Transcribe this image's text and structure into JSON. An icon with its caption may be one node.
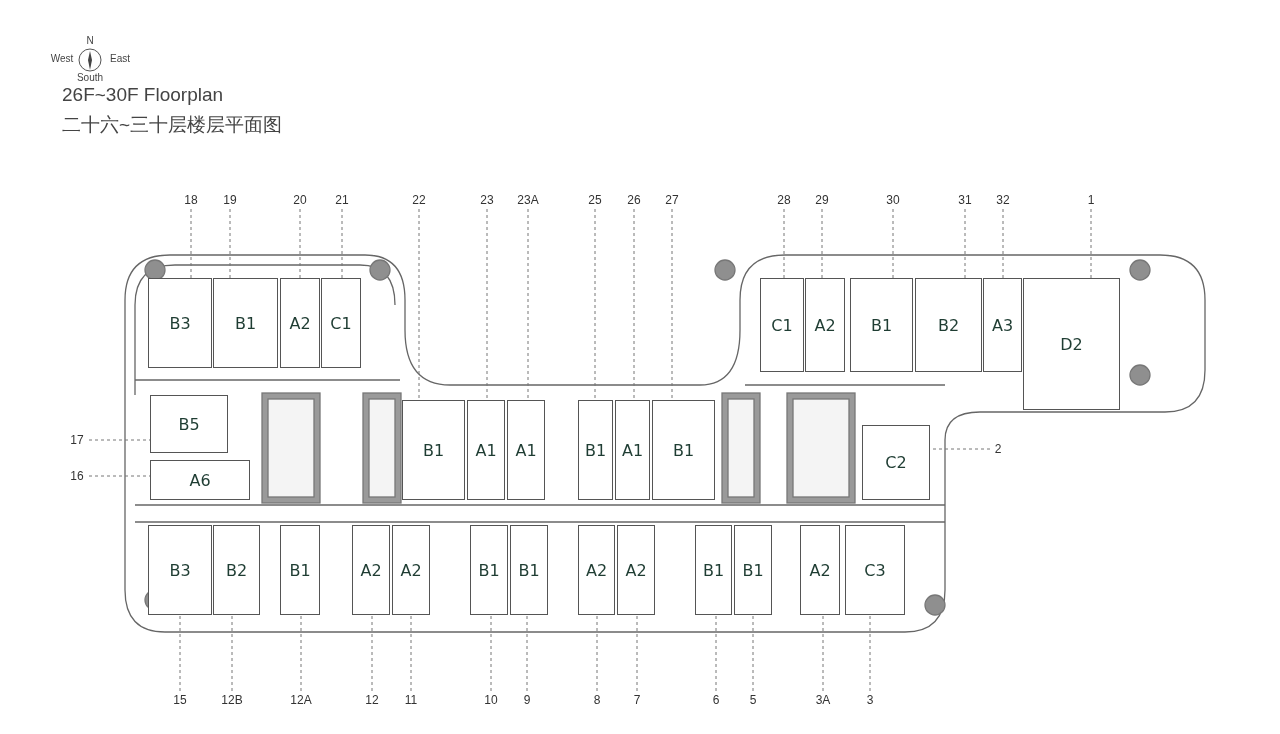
{
  "diagram": {
    "title": "26F~30F Floorplan",
    "nodes": [
      {
        "text": [
          "B3"
        ]
      },
      {
        "text": [
          "B1"
        ]
      },
      {
        "text": [
          "A2"
        ]
      },
      {
        "text": [
          "C1"
        ]
      },
      {
        "text": [
          "C1"
        ]
      },
      {
        "text": [
          "A2"
        ]
      },
      {
        "text": [
          "B1"
        ]
      },
      {
        "text": [
          "B2"
        ]
      },
      {
        "text": [
          "A3"
        ]
      },
      {
        "text": [
          "D2"
        ]
      },
      {
        "text": [
          "B5"
        ]
      },
      {
        "text": [
          "A6"
        ]
      },
      {
        "text": [
          "B1"
        ]
      },
      {
        "text": [
          "A1"
        ]
      },
      {
        "text": [
          "A1"
        ]
      },
      {
        "text": [
          "B1"
        ]
      },
      {
        "text": [
          "A1"
        ]
      },
      {
        "text": [
          "B1"
        ]
      },
      {
        "text": [
          "C2"
        ]
      },
      {
        "text": [
          "B3"
        ]
      },
      {
        "text": [
          "B2"
        ]
      },
      {
        "text": [
          "B1"
        ]
      },
      {
        "text": [
          "A2"
        ]
      },
      {
        "text": [
          "A2"
        ]
      },
      {
        "text": [
          "B1"
        ]
      },
      {
        "text": [
          "B1"
        ]
      },
      {
        "text": [
          "A2"
        ]
      },
      {
        "text": [
          "A2"
        ]
      },
      {
        "text": [
          "B1"
        ]
      },
      {
        "text": [
          "B1"
        ]
      },
      {
        "text": [
          "A2"
        ]
      },
      {
        "text": [
          "C3"
        ]
      },
      {
        "text": [
          "18"
        ]
      },
      {
        "text": [
          "19"
        ]
      },
      {
        "text": [
          "20"
        ]
      },
      {
        "text": [
          "21"
        ]
      },
      {
        "text": [
          "22"
        ]
      },
      {
        "text": [
          "23"
        ]
      },
      {
        "text": [
          "23A"
        ]
      },
      {
        "text": [
          "25"
        ]
      },
      {
        "text": [
          "26"
        ]
      },
      {
        "text": [
          "27"
        ]
      },
      {
        "text": [
          "28"
        ]
      },
      {
        "text": [
          "29"
        ]
      },
      {
        "text": [
          "30"
        ]
      },
      {
        "text": [
          "31"
        ]
      },
      {
        "text": [
          "32"
        ]
      },
      {
        "text": [
          "1"
        ]
      },
      {
        "text": [
          "17"
        ]
      },
      {
        "text": [
          "16"
        ]
      },
      {
        "text": [
          "2"
        ]
      },
      {
        "text": [
          "15"
        ]
      },
      {
        "text": [
          "12B"
        ]
      },
      {
        "text": [
          "12A"
        ]
      },
      {
        "text": [
          "12"
        ]
      },
      {
        "text": [
          "11"
        ]
      },
      {
        "text": [
          "10"
        ]
      },
      {
        "text": [
          "9"
        ]
      },
      {
        "text": [
          "8"
        ]
      },
      {
        "text": [
          "7"
        ]
      },
      {
        "text": [
          "6"
        ]
      },
      {
        "text": [
          "5"
        ]
      },
      {
        "text": [
          "3A"
        ]
      },
      {
        "text": [
          "3"
        ]
      }
    ],
    "edges": [
      {
        "from": 32,
        "to": 0,
        "arrow": "none",
        "style": "dashed"
      },
      {
        "from": 33,
        "to": 1,
        "arrow": "none",
        "style": "dashed"
      },
      {
        "from": 34,
        "to": 2,
        "arrow": "none",
        "style": "dashed"
      },
      {
        "from": 35,
        "to": 3,
        "arrow": "none",
        "style": "dashed"
      },
      {
        "from": 36,
        "to": 12,
        "arrow": "none",
        "style": "dashed"
      },
      {
        "from": 37,
        "to": 13,
        "arrow": "none",
        "style": "dashed"
      },
      {
        "from": 38,
        "to": 14,
        "arrow": "none",
        "style": "dashed"
      },
      {
        "from": 39,
        "to": 15,
        "arrow": "none",
        "style": "dashed"
      },
      {
        "from": 40,
        "to": 16,
        "arrow": "none",
        "style": "dashed"
      },
      {
        "from": 41,
        "to": 17,
        "arrow": "none",
        "style": "dashed"
      },
      {
        "from": 42,
        "to": 4,
        "arrow": "none",
        "style": "dashed"
      },
      {
        "from": 43,
        "to": 5,
        "arrow": "none",
        "style": "dashed"
      },
      {
        "from": 44,
        "to": 6,
        "arrow": "none",
        "style": "dashed"
      },
      {
        "from": 45,
        "to": 7,
        "arrow": "none",
        "style": "dashed"
      },
      {
        "from": 46,
        "to": 8,
        "arrow": "none",
        "style": "dashed"
      },
      {
        "from": 47,
        "to": 9,
        "arrow": "none",
        "style": "dashed"
      },
      {
        "from": 48,
        "to": 10,
        "arrow": "none",
        "style": "dashed"
      },
      {
        "from": 49,
        "to": 11,
        "arrow": "none",
        "style": "dashed"
      },
      {
        "from": 50,
        "to": 18,
        "arrow": "none",
        "style": "dashed"
      },
      {
        "from": 51,
        "to": 19,
        "arrow": "none",
        "style": "dashed"
      },
      {
        "from": 52,
        "to": 20,
        "arrow": "none",
        "style": "dashed"
      },
      {
        "from": 53,
        "to": 21,
        "arrow": "none",
        "style": "dashed"
      },
      {
        "from": 54,
        "to": 22,
        "arrow": "none",
        "style": "dashed"
      },
      {
        "from": 55,
        "to": 23,
        "arrow": "none",
        "style": "dashed"
      },
      {
        "from": 56,
        "to": 24,
        "arrow": "none",
        "style": "dashed"
      },
      {
        "from": 57,
        "to": 25,
        "arrow": "none",
        "style": "dashed"
      },
      {
        "from": 58,
        "to": 26,
        "arrow": "none",
        "style": "dashed"
      },
      {
        "from": 59,
        "to": 27,
        "arrow": "none",
        "style": "dashed"
      },
      {
        "from": 60,
        "to": 28,
        "arrow": "none",
        "style": "dashed"
      },
      {
        "from": 61,
        "to": 29,
        "arrow": "none",
        "style": "dashed"
      },
      {
        "from": 62,
        "to": 30,
        "arrow": "none",
        "style": "dashed"
      },
      {
        "from": 63,
        "to": 31,
        "arrow": "none",
        "style": "dashed"
      }
    ],
    "labels": [
      "N",
      "West",
      "East",
      "South",
      "二十六~三十层楼层平面图"
    ]
  }
}
